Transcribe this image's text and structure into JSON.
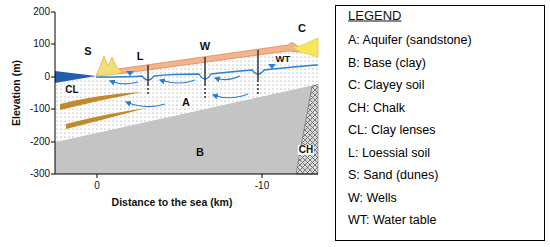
{
  "diagram": {
    "labels": [
      "200",
      "100",
      "0",
      "-100",
      "-200",
      "-300",
      "Elevation (m)",
      "0",
      "-10",
      "Distance to the sea (km)",
      "S",
      "L",
      "W",
      "C",
      "WT",
      "CL",
      "A",
      "B",
      "CH",
      "LEGEND"
    ],
    "legend": [
      {
        "text": "A: Aquifer (sandstone)"
      },
      {
        "text": "B: Base (clay)"
      },
      {
        "text": "C: Clayey soil"
      },
      {
        "text": "CH: Chalk"
      },
      {
        "text": "CL: Clay lenses"
      },
      {
        "text": "L: Loessial soil"
      },
      {
        "text": "S: Sand (dunes)"
      },
      {
        "text": "W: Wells"
      },
      {
        "text": "WT: Water table"
      }
    ]
  }
}
